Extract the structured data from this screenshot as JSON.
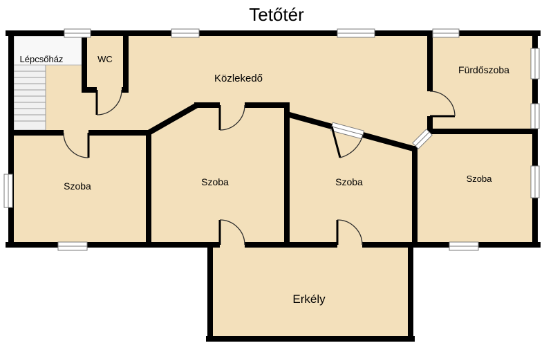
{
  "title": "Tetőtér",
  "rooms": {
    "staircase": {
      "label": "Lépcsőház"
    },
    "wc": {
      "label": "WC"
    },
    "hallway": {
      "label": "Közlekedő"
    },
    "bathroom": {
      "label": "Fürdőszoba"
    },
    "room_left": {
      "label": "Szoba"
    },
    "room_mid_left": {
      "label": "Szoba"
    },
    "room_mid_right": {
      "label": "Szoba"
    },
    "room_right": {
      "label": "Szoba"
    },
    "balcony": {
      "label": "Erkély"
    }
  },
  "colors": {
    "wall": "#000000",
    "floor": "#f3e0bb",
    "background": "#ffffff"
  }
}
